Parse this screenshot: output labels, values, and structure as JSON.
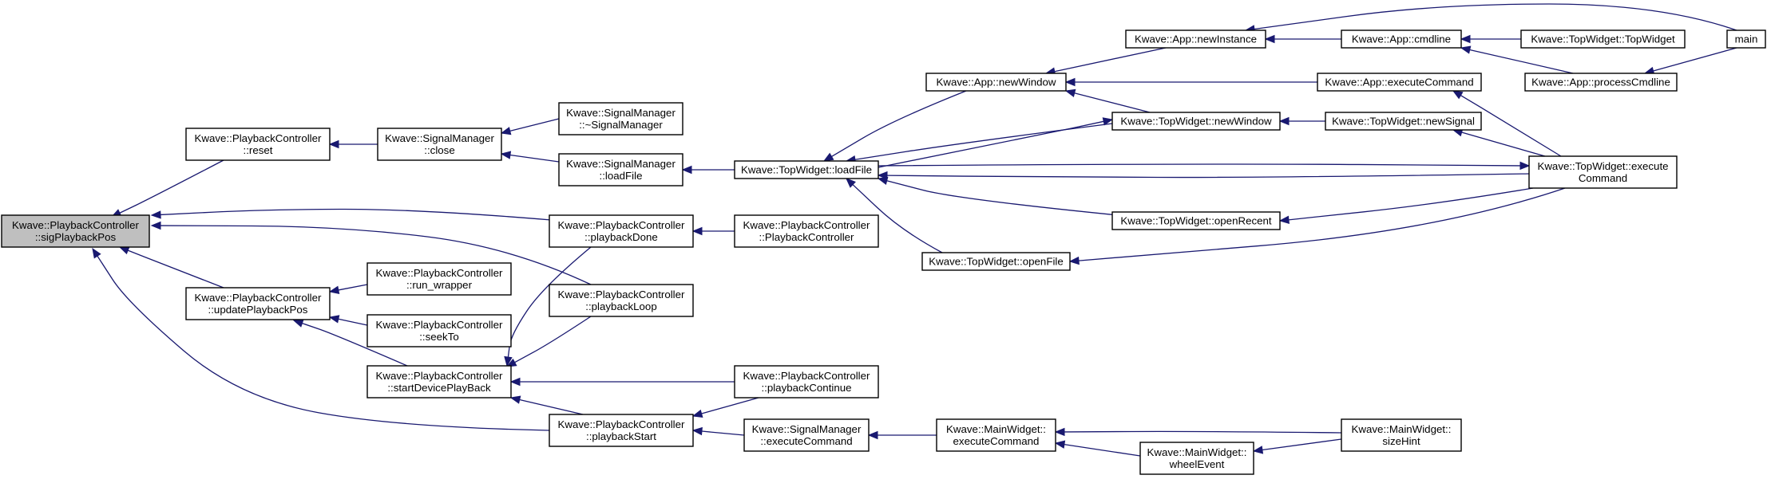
{
  "graph": {
    "root": "sigPlaybackPos",
    "edge_color": "#191970",
    "root_fill": "#bfbfbf",
    "nodes": [
      {
        "id": "sigPlaybackPos",
        "lines": [
          "Kwave::PlaybackController",
          "::sigPlaybackPos"
        ]
      },
      {
        "id": "reset",
        "lines": [
          "Kwave::PlaybackController",
          "::reset"
        ]
      },
      {
        "id": "updatePlaybackPos",
        "lines": [
          "Kwave::PlaybackController",
          "::updatePlaybackPos"
        ]
      },
      {
        "id": "sm_close",
        "lines": [
          "Kwave::SignalManager",
          "::close"
        ]
      },
      {
        "id": "run_wrapper",
        "lines": [
          "Kwave::PlaybackController",
          "::run_wrapper"
        ]
      },
      {
        "id": "seekTo",
        "lines": [
          "Kwave::PlaybackController",
          "::seekTo"
        ]
      },
      {
        "id": "startDevicePlayBack",
        "lines": [
          "Kwave::PlaybackController",
          "::startDevicePlayBack"
        ]
      },
      {
        "id": "sm_dtor",
        "lines": [
          "Kwave::SignalManager",
          "::~SignalManager"
        ]
      },
      {
        "id": "sm_loadFile",
        "lines": [
          "Kwave::SignalManager",
          "::loadFile"
        ]
      },
      {
        "id": "playbackDone",
        "lines": [
          "Kwave::PlaybackController",
          "::playbackDone"
        ]
      },
      {
        "id": "playbackLoop",
        "lines": [
          "Kwave::PlaybackController",
          "::playbackLoop"
        ]
      },
      {
        "id": "playbackStart",
        "lines": [
          "Kwave::PlaybackController",
          "::playbackStart"
        ]
      },
      {
        "id": "pc_ctor",
        "lines": [
          "Kwave::PlaybackController",
          "::PlaybackController"
        ]
      },
      {
        "id": "tw_loadFile",
        "lines": [
          "Kwave::TopWidget::loadFile"
        ]
      },
      {
        "id": "playbackContinue",
        "lines": [
          "Kwave::PlaybackController",
          "::playbackContinue"
        ]
      },
      {
        "id": "sm_executeCommand",
        "lines": [
          "Kwave::SignalManager",
          "::executeCommand"
        ]
      },
      {
        "id": "app_newWindow",
        "lines": [
          "Kwave::App::newWindow"
        ]
      },
      {
        "id": "tw_openFile",
        "lines": [
          "Kwave::TopWidget::openFile"
        ]
      },
      {
        "id": "mw_executeCommand",
        "lines": [
          "Kwave::MainWidget::",
          "executeCommand"
        ]
      },
      {
        "id": "app_newInstance",
        "lines": [
          "Kwave::App::newInstance"
        ]
      },
      {
        "id": "tw_newWindow",
        "lines": [
          "Kwave::TopWidget::newWindow"
        ]
      },
      {
        "id": "tw_openRecent",
        "lines": [
          "Kwave::TopWidget::openRecent"
        ]
      },
      {
        "id": "mw_wheelEvent",
        "lines": [
          "Kwave::MainWidget::",
          "wheelEvent"
        ]
      },
      {
        "id": "app_cmdline",
        "lines": [
          "Kwave::App::cmdline"
        ]
      },
      {
        "id": "app_executeCommand",
        "lines": [
          "Kwave::App::executeCommand"
        ]
      },
      {
        "id": "tw_newSignal",
        "lines": [
          "Kwave::TopWidget::newSignal"
        ]
      },
      {
        "id": "mw_sizeHint",
        "lines": [
          "Kwave::MainWidget::",
          "sizeHint"
        ]
      },
      {
        "id": "tw_TopWidget",
        "lines": [
          "Kwave::TopWidget::TopWidget"
        ]
      },
      {
        "id": "app_processCmdline",
        "lines": [
          "Kwave::App::processCmdline"
        ]
      },
      {
        "id": "tw_executeCommand",
        "lines": [
          "Kwave::TopWidget::execute",
          "Command"
        ]
      },
      {
        "id": "main",
        "lines": [
          "main"
        ]
      }
    ],
    "edges": [
      {
        "from": "reset",
        "to": "sigPlaybackPos"
      },
      {
        "from": "playbackDone",
        "to": "sigPlaybackPos"
      },
      {
        "from": "playbackLoop",
        "to": "sigPlaybackPos"
      },
      {
        "from": "updatePlaybackPos",
        "to": "sigPlaybackPos"
      },
      {
        "from": "playbackStart",
        "to": "sigPlaybackPos"
      },
      {
        "from": "sm_close",
        "to": "reset"
      },
      {
        "from": "sm_dtor",
        "to": "sm_close"
      },
      {
        "from": "sm_loadFile",
        "to": "sm_close"
      },
      {
        "from": "tw_loadFile",
        "to": "sm_loadFile"
      },
      {
        "from": "pc_ctor",
        "to": "playbackDone"
      },
      {
        "from": "run_wrapper",
        "to": "updatePlaybackPos"
      },
      {
        "from": "seekTo",
        "to": "updatePlaybackPos"
      },
      {
        "from": "startDevicePlayBack",
        "to": "updatePlaybackPos"
      },
      {
        "from": "playbackDone",
        "to": "startDevicePlayBack"
      },
      {
        "from": "playbackLoop",
        "to": "startDevicePlayBack"
      },
      {
        "from": "playbackContinue",
        "to": "startDevicePlayBack"
      },
      {
        "from": "playbackStart",
        "to": "startDevicePlayBack"
      },
      {
        "from": "playbackContinue",
        "to": "playbackStart"
      },
      {
        "from": "sm_executeCommand",
        "to": "playbackStart"
      },
      {
        "from": "mw_executeCommand",
        "to": "sm_executeCommand"
      },
      {
        "from": "mw_sizeHint",
        "to": "mw_executeCommand"
      },
      {
        "from": "mw_wheelEvent",
        "to": "mw_executeCommand"
      },
      {
        "from": "mw_sizeHint",
        "to": "mw_wheelEvent"
      },
      {
        "from": "app_newWindow",
        "to": "tw_loadFile"
      },
      {
        "from": "tw_newWindow",
        "to": "tw_loadFile"
      },
      {
        "from": "tw_executeCommand",
        "to": "tw_loadFile"
      },
      {
        "from": "tw_openRecent",
        "to": "tw_loadFile"
      },
      {
        "from": "tw_openFile",
        "to": "tw_loadFile"
      },
      {
        "from": "tw_loadFile",
        "to": "tw_newWindow"
      },
      {
        "from": "tw_loadFile",
        "to": "tw_executeCommand"
      },
      {
        "from": "app_newInstance",
        "to": "app_newWindow"
      },
      {
        "from": "app_executeCommand",
        "to": "app_newWindow"
      },
      {
        "from": "tw_newWindow",
        "to": "app_newWindow"
      },
      {
        "from": "tw_executeCommand",
        "to": "tw_openRecent"
      },
      {
        "from": "tw_executeCommand",
        "to": "tw_openFile"
      },
      {
        "from": "app_cmdline",
        "to": "app_newInstance"
      },
      {
        "from": "main",
        "to": "app_newInstance"
      },
      {
        "from": "tw_newSignal",
        "to": "tw_newWindow"
      },
      {
        "from": "tw_executeCommand",
        "to": "app_executeCommand"
      },
      {
        "from": "tw_executeCommand",
        "to": "tw_newSignal"
      },
      {
        "from": "tw_TopWidget",
        "to": "app_cmdline"
      },
      {
        "from": "app_processCmdline",
        "to": "app_cmdline"
      },
      {
        "from": "main",
        "to": "app_processCmdline"
      }
    ]
  }
}
